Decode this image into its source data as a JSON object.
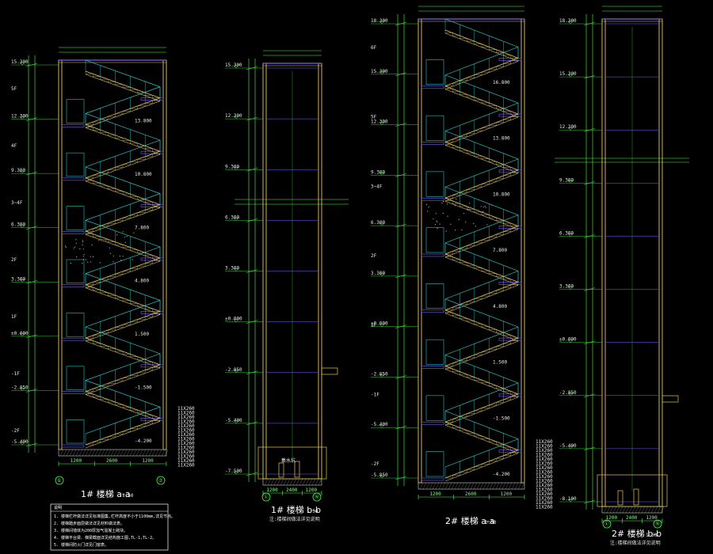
{
  "colors": {
    "background": "#000000",
    "wall": "#e8c84a",
    "dimension": "#4aff4a",
    "stair": "#2ee6e6",
    "slab": "#7a5cff",
    "text": "#e8e8e8",
    "hatch": "#b0b0b0",
    "magenta": "#ff33ff"
  },
  "sections": [
    {
      "id": "s1",
      "title": "1# 楼梯 a-a",
      "scale": "1:50",
      "caption": "",
      "grid_left": "①",
      "grid_right": "⑦"
    },
    {
      "id": "s2",
      "title": "1# 楼梯 b-b",
      "scale": "1:50",
      "caption": "注:楼梯间做法详见说明",
      "grid_left": "Ⓛ",
      "grid_right": "Ⓝ"
    },
    {
      "id": "s3",
      "title": "2# 楼梯 a-a",
      "scale": "1:50",
      "caption": "",
      "grid_left": "",
      "grid_right": ""
    },
    {
      "id": "s4",
      "title": "2# 楼梯 b-b",
      "scale": "1:50",
      "caption": "注:楼梯间做法详见说明",
      "grid_left": "Ⓛ",
      "grid_right": "Ⓝ"
    }
  ],
  "elevations": {
    "s1": [
      "15.300",
      "12.300",
      "9.300",
      "6.300",
      "3.300",
      "±0.000",
      "-2.850",
      "-5.400"
    ],
    "s2": [
      "15.300",
      "12.300",
      "9.300",
      "6.300",
      "3.300",
      "±0.000",
      "-2.850",
      "-5.400",
      "-7.500"
    ],
    "s3": [
      "18.300",
      "15.300",
      "12.300",
      "9.300",
      "6.300",
      "3.300",
      "±0.000",
      "-2.850",
      "-5.400",
      "-5.850"
    ],
    "s4": [
      "18.300",
      "15.300",
      "12.300",
      "9.300",
      "6.300",
      "3.300",
      "±0.000",
      "-2.850",
      "-5.400",
      "-8.100"
    ]
  },
  "level_marks": {
    "s1": [
      "5F",
      "4F",
      "3~4F",
      "2F",
      "1F",
      "-1F",
      "-2F"
    ],
    "s3": [
      "6F",
      "5F",
      "3~4F",
      "2F",
      "1F",
      "-1F",
      "-2F"
    ]
  },
  "landings": {
    "s1": [
      "13.800",
      "10.800",
      "7.800",
      "4.800",
      "1.500",
      "-1.500",
      "-4.200"
    ],
    "s3": [
      "16.800",
      "13.800",
      "10.800",
      "7.800",
      "4.800",
      "1.500",
      "-1.500",
      "-4.200"
    ]
  },
  "dims_bottom": {
    "s1": [
      "1200",
      "2600",
      "1200"
    ],
    "s2": [
      "1200",
      "2400",
      "1200"
    ],
    "s3": [
      "1200",
      "2600",
      "1200"
    ],
    "s4": [
      "1200",
      "2400",
      "1200"
    ]
  },
  "step_table": {
    "s1": [
      "11X260",
      "11X260",
      "11X260",
      "11X260",
      "11X260",
      "11X260",
      "11X260",
      "11X260",
      "11X260",
      "11X260",
      "11X260",
      "11X260",
      "11X260",
      "11X260"
    ],
    "s3": [
      "11X260",
      "11X260",
      "11X260",
      "11X260",
      "11X260",
      "11X260",
      "11X260",
      "11X260",
      "11X260",
      "11X260",
      "11X260",
      "11X260",
      "11X260",
      "11X260",
      "11X260",
      "11X260"
    ]
  },
  "pit_label": "集水坑",
  "notes_box": {
    "header": "说明",
    "lines": [
      "1. 楼梯栏杆做法详见标准图集,栏杆高度不小于1100mm,详见节点。",
      "2. 楼梯踏步面层做法详见材料做法表。",
      "3. 楼梯间墙体为200厚加气混凝土砌块。",
      "4. 楼梯平台梁、梯梁截面详见结构施工图,TL-1,TL-2。",
      "5. 楼梯间防火门详见门窗表。"
    ]
  }
}
